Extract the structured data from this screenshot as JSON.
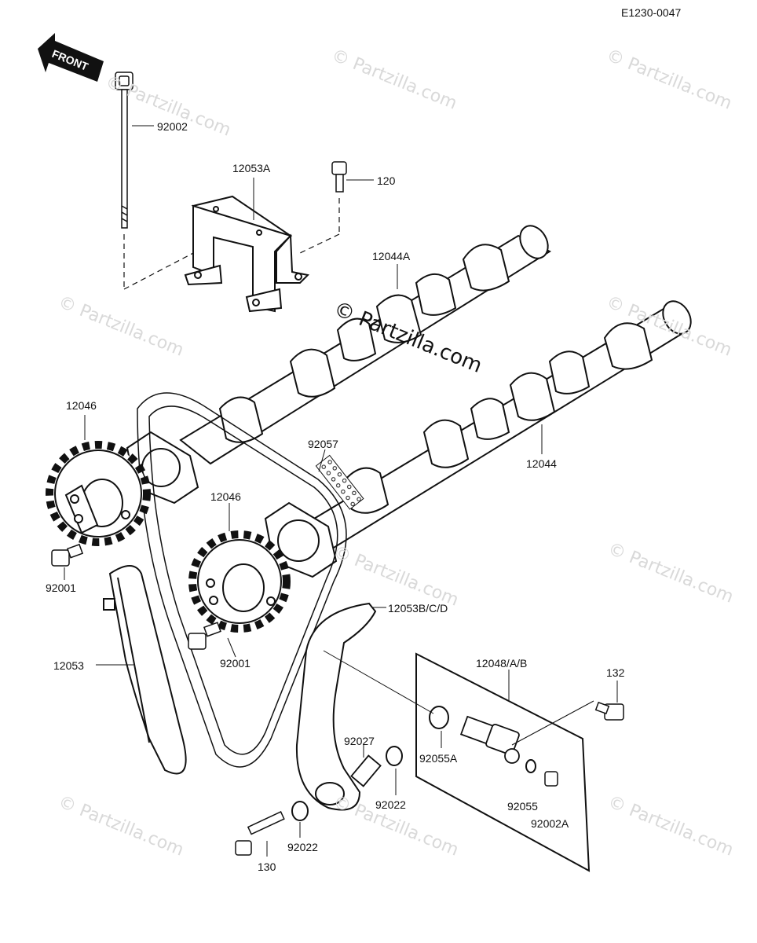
{
  "diagram_code": "E1230-0047",
  "front_label": "FRONT",
  "watermark_text": "© Partzilla.com",
  "colors": {
    "ink": "#111111",
    "watermark": "#d9d9d9"
  },
  "parts": {
    "p92002": "92002",
    "p12053A": "12053A",
    "p120": "120",
    "p12044A": "12044A",
    "p12046_left": "12046",
    "p92057": "92057",
    "p12044": "12044",
    "p12046_mid": "12046",
    "p92001_left": "92001",
    "p12053BCD": "12053B/C/D",
    "p12053": "12053",
    "p92001_mid": "92001",
    "p12048AB": "12048/A/B",
    "p132": "132",
    "p92027": "92027",
    "p92055A": "92055A",
    "p92022_right": "92022",
    "p92055": "92055",
    "p92002A": "92002A",
    "p92022_bottom": "92022",
    "p130": "130"
  }
}
